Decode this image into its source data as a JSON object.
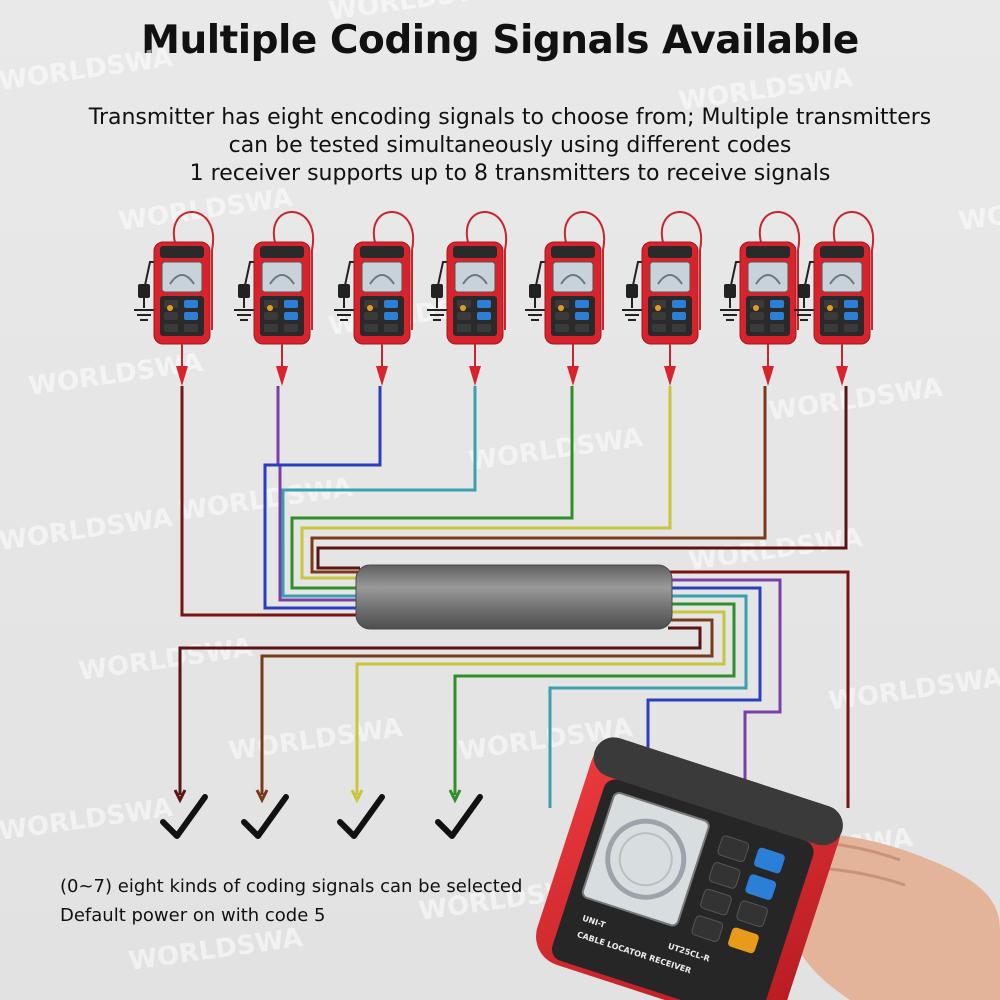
{
  "title": "Multiple Coding Signals Available",
  "description": {
    "line1": "Transmitter has eight encoding signals to choose from; Multiple transmitters",
    "line2": "can be tested simultaneously using different codes",
    "line3": "1 receiver supports up to 8 transmitters to receive signals"
  },
  "note": {
    "line1": "(0~7) eight kinds of coding signals can be selected",
    "line2": "Default power on with code 5"
  },
  "watermark": "WORLDSWA",
  "transmitter_count": 8,
  "wire_colors": [
    "#5a1414",
    "#7a3a18",
    "#c8c63a",
    "#2f8f2a",
    "#3aa0b0",
    "#2a3fbf",
    "#7a3fa8",
    "#6b1a1a"
  ],
  "check_icons": [
    "check-icon",
    "check-icon",
    "check-icon",
    "check-icon"
  ],
  "receiver": {
    "brand": "UNI-T",
    "model": "UT25CL-R",
    "caption": "CABLE LOCATOR RECEIVER"
  },
  "colors": {
    "device_red": "#d9232c",
    "cable_gray": "#7d7d7d",
    "background": "#e6e6e6"
  }
}
